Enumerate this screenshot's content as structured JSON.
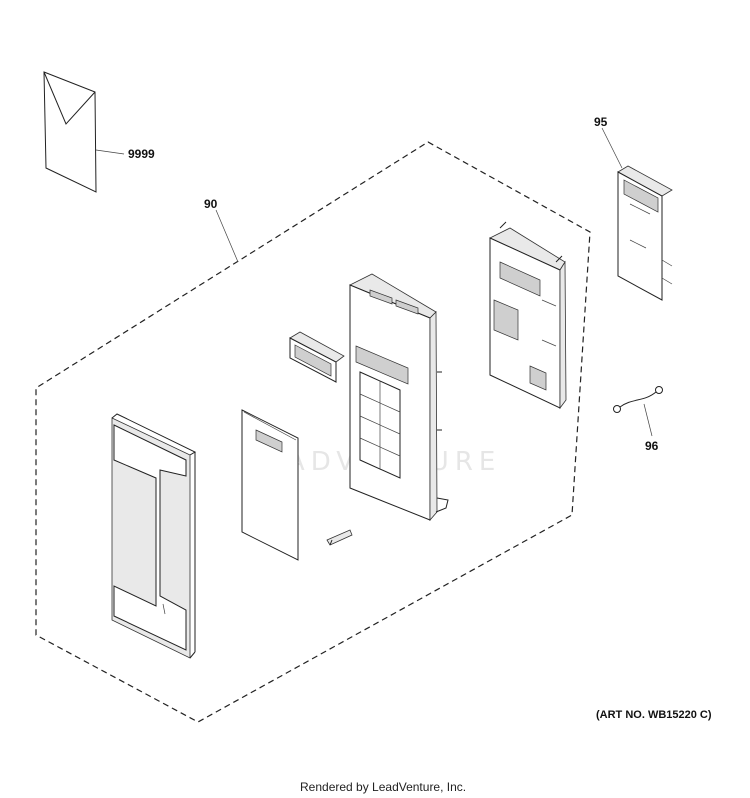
{
  "diagram": {
    "watermark": "LEADVENTURE",
    "art_number": "(ART NO. WB15220 C)",
    "footer": "Rendered by LeadVenture, Inc.",
    "callouts": {
      "manual": "9999",
      "assembly": "90",
      "control_board": "95",
      "harness": "96"
    }
  }
}
